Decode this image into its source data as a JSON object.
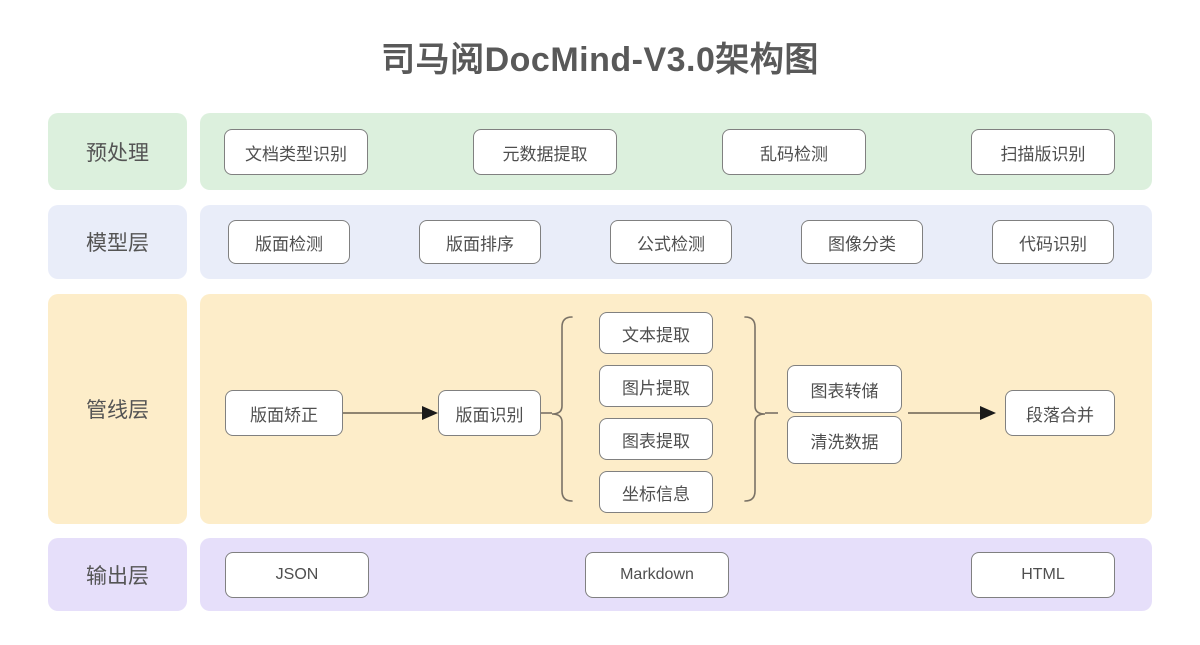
{
  "title": "司马阅DocMind-V3.0架构图",
  "colors": {
    "preprocess_band": "#dcf0dd",
    "model_band": "#e9edf9",
    "pipeline_band": "#fdedc9",
    "output_band": "#e6dffa",
    "node_border": "#808080",
    "node_fill": "#ffffff",
    "text": "#4f4f4f",
    "title_text": "#595959"
  },
  "rows": {
    "preprocess": {
      "label": "预处理",
      "nodes": [
        "文档类型识别",
        "元数据提取",
        "乱码检测",
        "扫描版识别"
      ]
    },
    "model": {
      "label": "模型层",
      "nodes": [
        "版面检测",
        "版面排序",
        "公式检测",
        "图像分类",
        "代码识别"
      ]
    },
    "pipeline": {
      "label": "管线层",
      "stage1": "版面矫正",
      "stage2": "版面识别",
      "extract_stack": [
        "文本提取",
        "图片提取",
        "图表提取",
        "坐标信息"
      ],
      "transform_stack": [
        "图表转储",
        "清洗数据"
      ],
      "final": "段落合并"
    },
    "output": {
      "label": "输出层",
      "nodes": [
        "JSON",
        "Markdown",
        "HTML"
      ]
    }
  }
}
